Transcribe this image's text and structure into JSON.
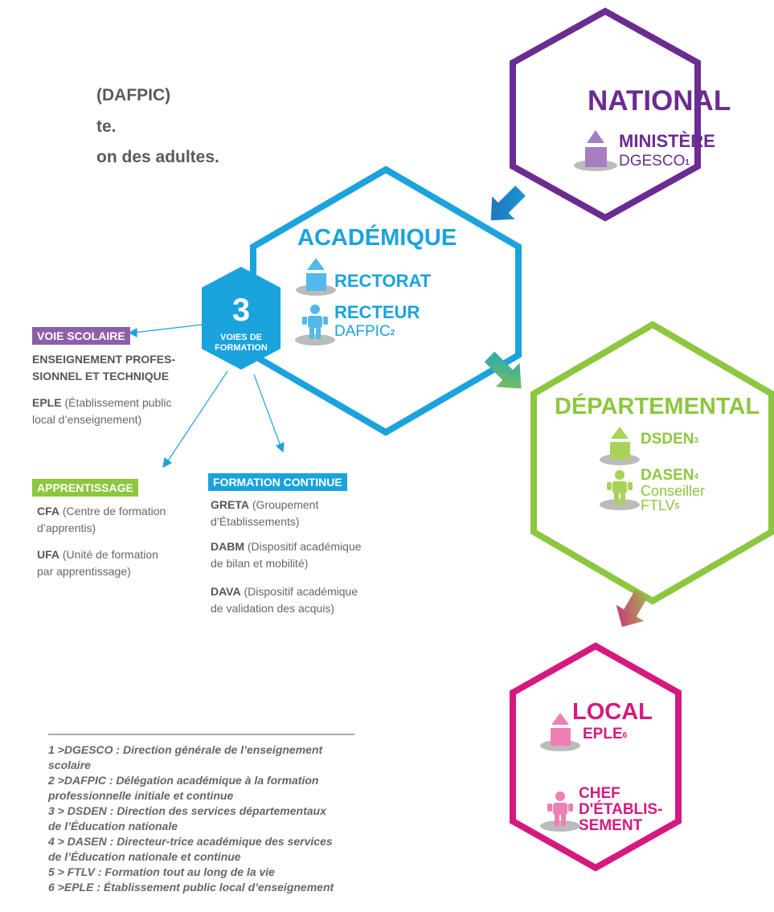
{
  "intro": {
    "line1": "(DAFPIC)",
    "line2": "te.",
    "line3": "on des adultes."
  },
  "national": {
    "title": "NATIONAL",
    "org": "MINISTÈRE",
    "sub": "DGESCO",
    "sub_sup": "1",
    "color": "#6b2c91"
  },
  "academique": {
    "title": "ACADÉMIQUE",
    "org": "RECTORAT",
    "person": "RECTEUR",
    "sub": "DAFPIC",
    "sub_sup": "2",
    "color": "#1aa3dd"
  },
  "voies": {
    "number": "3",
    "label_line1": "VOIES DE",
    "label_line2": "FORMATION"
  },
  "departemental": {
    "title": "DÉPARTEMENTAL",
    "org": "DSDEN",
    "org_sup": "3",
    "person": "DASEN",
    "person_sup": "4",
    "sub1": "Conseiller",
    "sub2": "FTLV",
    "sub2_sup": "5",
    "color": "#8dc63f"
  },
  "local": {
    "title": "LOCAL",
    "org": "EPLE",
    "org_sup": "6",
    "person_line1": "CHEF",
    "person_line2": "D'ÉTABLIS-",
    "person_line3": "SEMENT",
    "color": "#d6197f"
  },
  "voie_scolaire": {
    "tag": "VOIE SCOLAIRE",
    "heading_line1": "ENSEIGNEMENT PROFES-",
    "heading_line2": "SIONNEL ET TECHNIQUE",
    "item_abbr": "EPLE",
    "item_desc_line1": " (Établissement public",
    "item_desc_line2": "local d’enseignement)",
    "color": "#8e5fa8"
  },
  "apprentissage": {
    "tag": "APPRENTISSAGE",
    "items": [
      {
        "abbr": "CFA",
        "line1": " (Centre de formation",
        "line2": "d’apprentis)"
      },
      {
        "abbr": "UFA",
        "line1": " (Unité de formation",
        "line2": "par apprentissage)"
      }
    ],
    "color": "#8dc63f"
  },
  "formation_continue": {
    "tag": "FORMATION CONTINUE",
    "items": [
      {
        "abbr": "GRETA",
        "line1": " (Groupement",
        "line2": "d’Établissements)"
      },
      {
        "abbr": "DABM",
        "line1": " (Dispositif académique",
        "line2": "de bilan et mobilité)"
      },
      {
        "abbr": "DAVA",
        "line1": " (Dispositif académique",
        "line2": "de validation des acquis)"
      }
    ],
    "color": "#1aa3dd"
  },
  "footnotes": [
    {
      "line1": "1 >DGESCO : Direction générale de l’enseignement",
      "line2": "scolaire"
    },
    {
      "line1": "2 >DAFPIC : Délégation académique à la formation",
      "line2": "professionnelle initiale et continue"
    },
    {
      "line1": "3 > DSDEN : Direction des services départementaux",
      "line2": "de l’Éducation nationale"
    },
    {
      "line1": "4 > DASEN : Directeur-trice académique des services",
      "line2": "de l’Éducation nationale et continue"
    },
    {
      "line1": "5 > FTLV : Formation tout au long de la vie",
      "line2": ""
    },
    {
      "line1": "6 >EPLE : Établissement public local d’enseignement",
      "line2": ""
    }
  ]
}
